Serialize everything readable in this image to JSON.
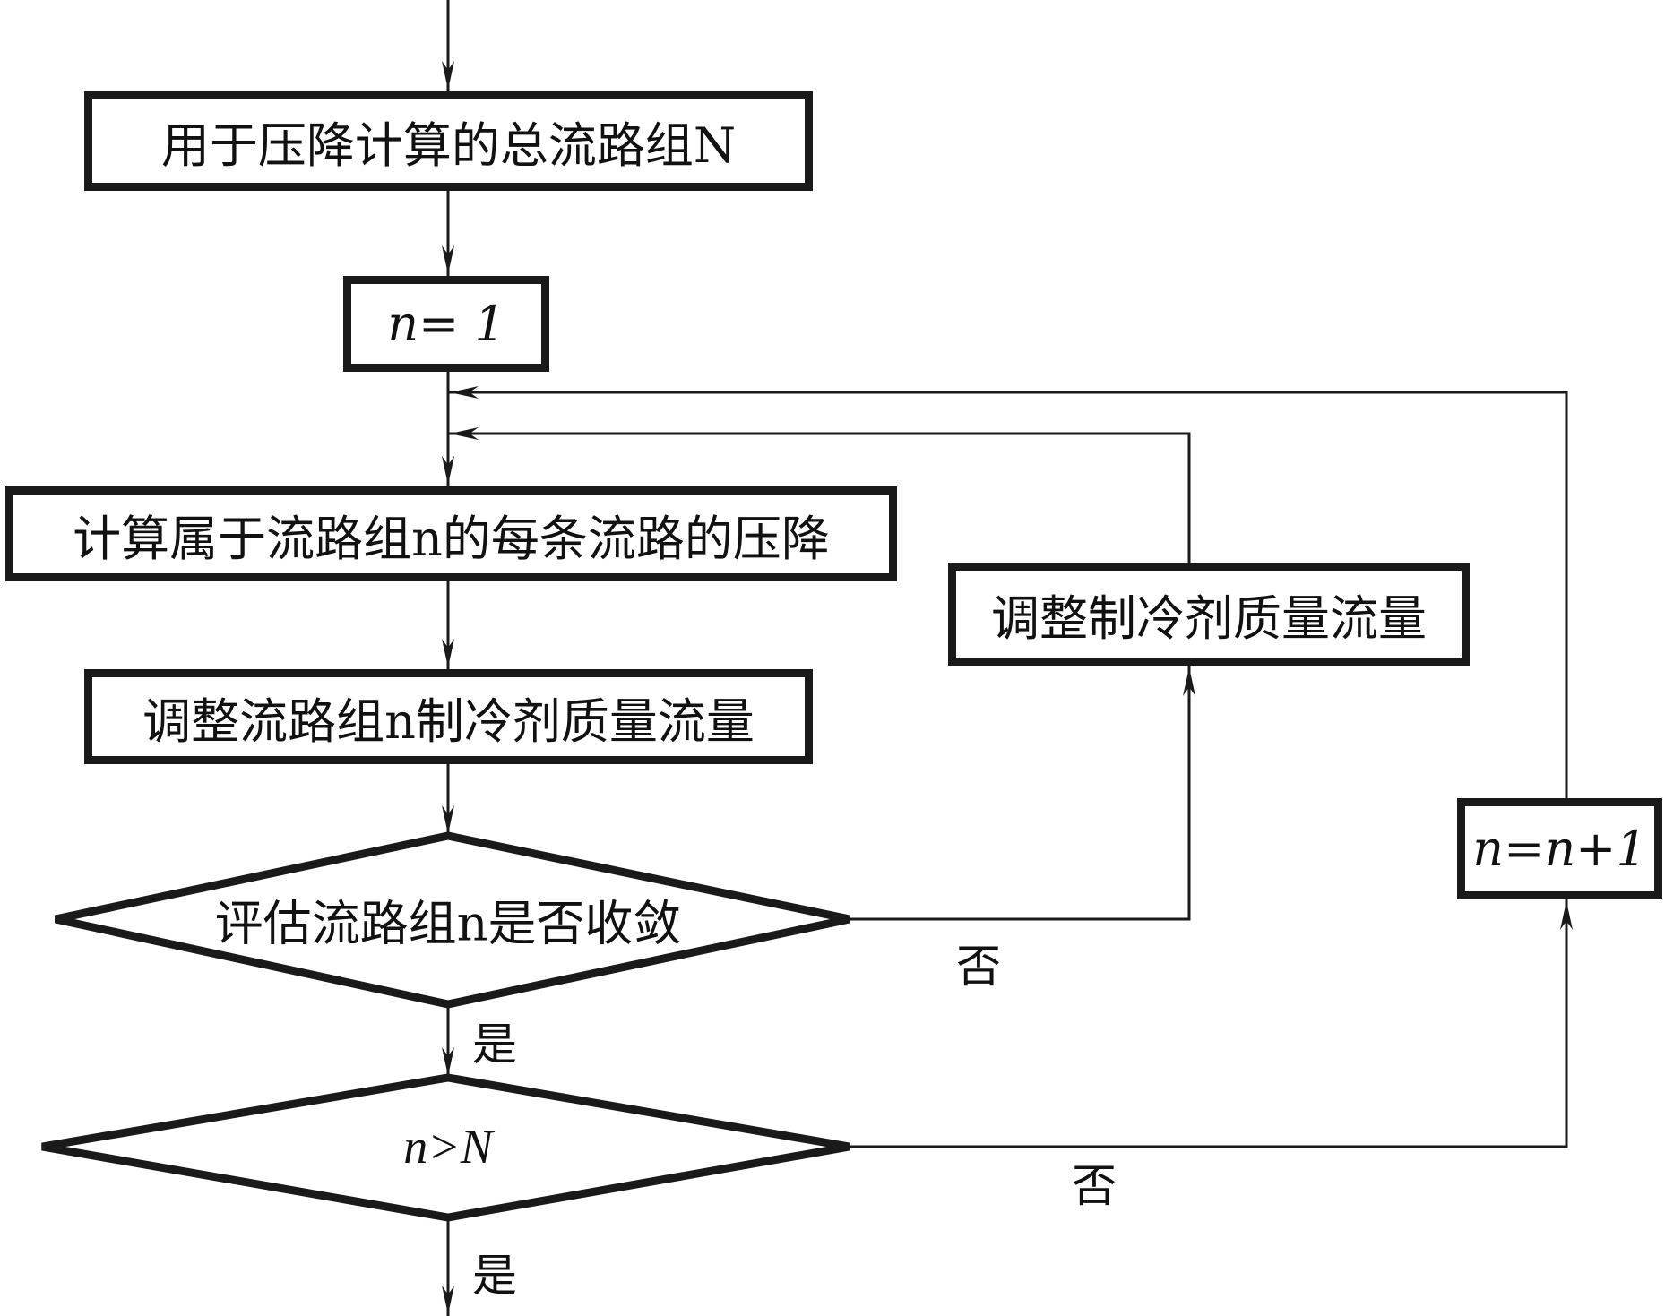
{
  "flowchart": {
    "nodes": {
      "total_groups": {
        "text": "用于压降计算的总流路组N",
        "kind": "process"
      },
      "init_n": {
        "text": "n= 1",
        "kind": "process"
      },
      "calc_pressure_drop": {
        "text": "计算属于流路组n的每条流路的压降",
        "kind": "process"
      },
      "adjust_group_flow": {
        "text": "调整流路组n制冷剂质量流量",
        "kind": "process"
      },
      "eval_convergence": {
        "text": "评估流路组n是否收敛",
        "kind": "decision"
      },
      "check_n_gt_N": {
        "text": "n>N",
        "kind": "decision"
      },
      "adjust_flow": {
        "text": "调整制冷剂质量流量",
        "kind": "process"
      },
      "increment_n": {
        "text": "n=n+1",
        "kind": "process"
      }
    },
    "edge_labels": {
      "converge_yes": "是",
      "converge_no": "否",
      "n_gt_N_yes": "是",
      "n_gt_N_no": "否"
    },
    "colors": {
      "stroke": "#1a1a1a",
      "background": "#ffffff"
    }
  }
}
